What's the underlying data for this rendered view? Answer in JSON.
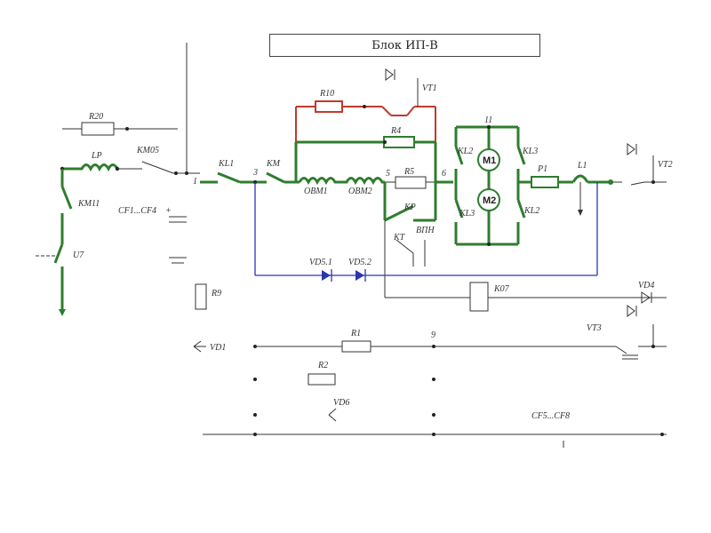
{
  "title": "Блок ИП-В",
  "colors": {
    "main_circuit": "#2f7d2f",
    "shunt_circuit": "#c0392b",
    "bus_circuit": "#2b35b0",
    "wire": "#333333"
  },
  "labels": {
    "R20": "R20",
    "LP": "LP",
    "KMG5": "КМ05",
    "KM11": "КМ11",
    "U7": "U7",
    "CF1": "CF1...CF4",
    "KL1": "KL1",
    "KM": "KM",
    "n1": "1",
    "n3": "3",
    "n5": "5",
    "n6": "6",
    "n11": "11",
    "n9": "9",
    "R10": "R10",
    "VT1": "VT1",
    "R4": "R4",
    "OBM1": "ОВМ1",
    "OBM2": "ОВМ2",
    "R5": "R5",
    "KP": "KP",
    "KT": "KT",
    "BIIH": "ВПН",
    "KL2a": "KL2",
    "KL3a": "KL3",
    "KL3b": "KL3",
    "KL2b": "KL2",
    "M1": "M1",
    "M2": "M2",
    "P1": "P1",
    "L1": "L1",
    "VT2": "VT2",
    "VD51": "VD5.1",
    "VD52": "VD5.2",
    "K07": "K07",
    "VD4": "VD4",
    "R9": "R9",
    "VD1": "VD1",
    "R1": "R1",
    "VT3": "VT3",
    "R2": "R2",
    "VD6": "VD6",
    "CF5": "CF5...CF8"
  }
}
